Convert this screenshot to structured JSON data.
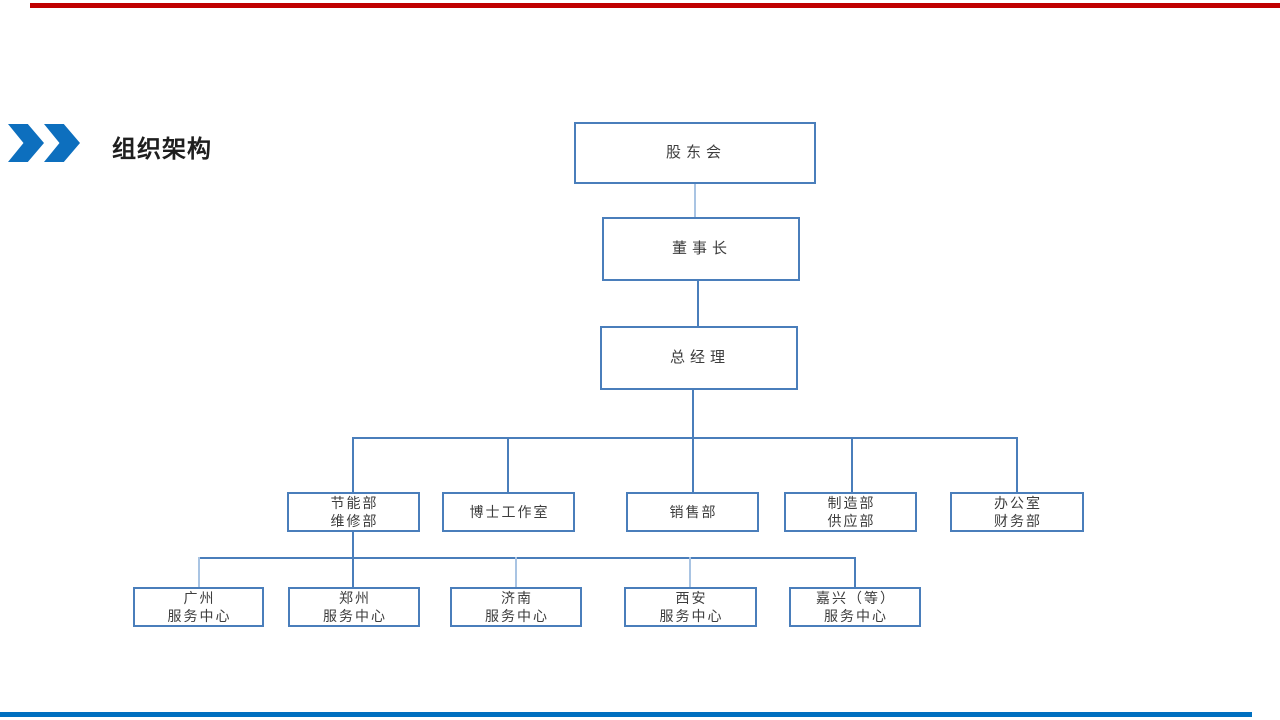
{
  "header": {
    "title": "组织架构"
  },
  "accents": {
    "top_bar_red": "#c00000",
    "bottom_bar_blue": "#0070c0",
    "chevron_blue": "#0d6fbe",
    "box_border_blue": "#4a7ebb",
    "connector_blue": "#4a7ebb",
    "connector_light_blue": "#a9c4e3",
    "text_color": "#3d3d3d"
  },
  "org_chart": {
    "shareholders": {
      "line1": "股东会"
    },
    "chairman": {
      "line1": "董事长"
    },
    "general_manager": {
      "line1": "总经理"
    },
    "energy_dept": {
      "line1": "节能部",
      "line2": "维修部"
    },
    "phd_studio": {
      "line1": "博士工作室"
    },
    "sales_dept": {
      "line1": "销售部"
    },
    "manufacturing_dept": {
      "line1": "制造部",
      "line2": "供应部"
    },
    "office_dept": {
      "line1": "办公室",
      "line2": "财务部"
    },
    "guangzhou_center": {
      "line1": "广州",
      "line2": "服务中心"
    },
    "zhengzhou_center": {
      "line1": "郑州",
      "line2": "服务中心"
    },
    "jinan_center": {
      "line1": "济南",
      "line2": "服务中心"
    },
    "xian_center": {
      "line1": "西安",
      "line2": "服务中心"
    },
    "jiaxing_center": {
      "line1": "嘉兴（等）",
      "line2": "服务中心"
    }
  }
}
